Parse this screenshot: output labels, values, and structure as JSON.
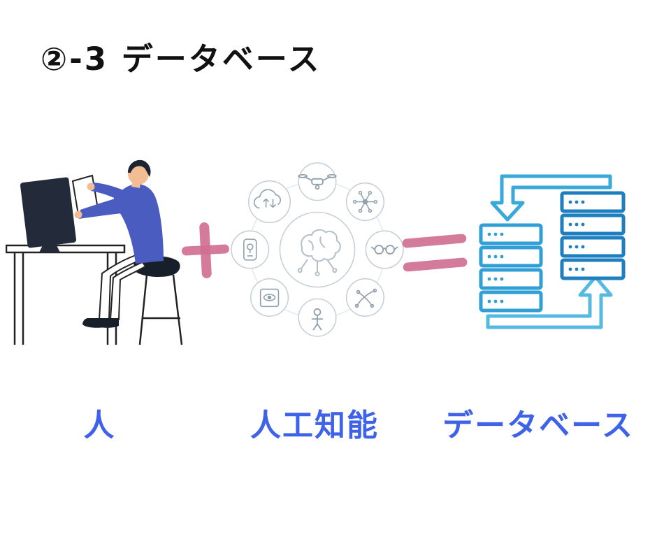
{
  "title": "②-3 データベース",
  "labels": {
    "person": "人",
    "ai": "人工知能",
    "database": "データベース"
  },
  "operators": {
    "plus": "+",
    "equals": "="
  },
  "colors": {
    "title_black": "#111111",
    "label_blue": "#3f63e8",
    "operator_pink": "#d06f92",
    "db_blue_dark": "#1d7ec0",
    "db_blue_mid": "#3aa9da",
    "db_blue_light": "#55b9e2",
    "shirt_blue": "#4a5cc0",
    "skin": "#f3bd93",
    "line_dark": "#222222",
    "ai_ring_gray": "#c5cdd4",
    "ai_icon_gray": "#8fa0ad"
  },
  "illustrations": {
    "person_scene": "person working at desk computer",
    "ai_ring": "brain circuit surrounded by technology icons",
    "database": "two server stacks with cyclic arrows"
  }
}
